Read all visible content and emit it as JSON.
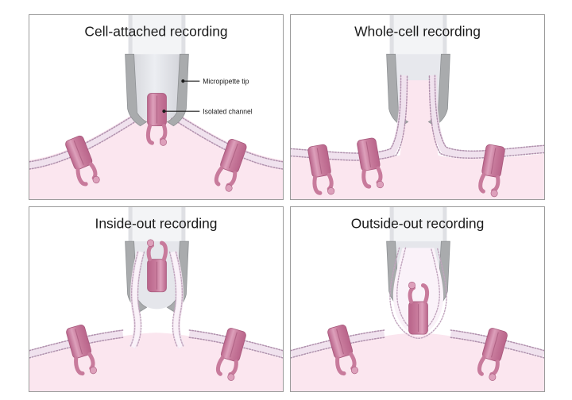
{
  "figure": {
    "type": "scientific-diagram",
    "subject": "Patch-clamp recording configurations",
    "panel_count": 4,
    "layout": "2x2 grid"
  },
  "colors": {
    "panel_border": "#9a9a9a",
    "panel_background": "#ffffff",
    "canvas_background": "#ffffff",
    "title_text": "#1b1b1b",
    "annotation_text": "#1b1b1b",
    "annotation_leader": "#1b1b1b",
    "cytoplasm_fill": "#fbe6ef",
    "membrane_line": "#b89ab4",
    "membrane_inner": "#f5e7f2",
    "channel_body": "#cc7b9c",
    "channel_body_light": "#dda0bb",
    "channel_body_dark": "#b9648a",
    "channel_outline": "#a85a7d",
    "pipette_wall": "#a8aaac",
    "pipette_wall_dark": "#8e9194",
    "pipette_lumen": "#e2e2e8",
    "pipette_shaft_glass": "#eceef1"
  },
  "panels": [
    {
      "id": "cell-attached",
      "title": "Cell-attached recording",
      "position": "top-left",
      "annotations": [
        {
          "id": "micropipette-tip",
          "label": "Micropipette tip"
        },
        {
          "id": "isolated-channel",
          "label": "Isolated channel"
        }
      ],
      "description": "Pipette sealed onto intact cell membrane; one channel isolated under the tip",
      "channel_count": 3
    },
    {
      "id": "whole-cell",
      "title": "Whole-cell recording",
      "position": "top-right",
      "annotations": [],
      "description": "Membrane patch ruptured; pipette lumen continuous with cytoplasm",
      "channel_count": 3
    },
    {
      "id": "inside-out",
      "title": "Inside-out recording",
      "position": "bottom-left",
      "annotations": [],
      "description": "Excised patch with cytoplasmic face outward; channel inverted in pipette tip",
      "channel_count": 3
    },
    {
      "id": "outside-out",
      "title": "Outside-out recording",
      "position": "bottom-right",
      "annotations": [],
      "description": "Excised resealed vesicle with extracellular face outward at pipette tip",
      "channel_count": 3
    }
  ]
}
